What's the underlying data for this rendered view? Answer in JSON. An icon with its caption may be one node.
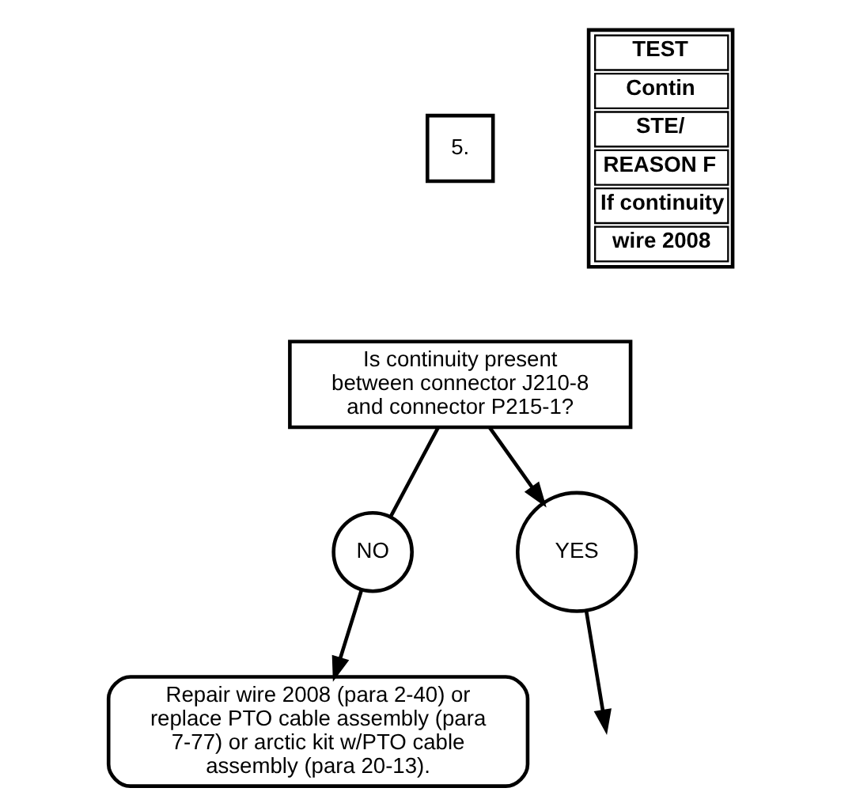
{
  "diagram": {
    "nodes": [
      {
        "text": [
          "5."
        ]
      },
      {
        "text": [
          "Is continuity present between connector J210-8 and connector P215-1?"
        ]
      },
      {
        "text": [
          "NO"
        ]
      },
      {
        "text": [
          "YES"
        ]
      },
      {
        "text": [
          "Repair wire 2008 (para 2-40) or replace PTO cable assembly (para 7-77) or arctic kit w/PTO cable assembly (para 20-13)."
        ]
      }
    ],
    "edges": [
      {
        "from": 1,
        "to": 3,
        "arrow": "to"
      },
      {
        "from": 1,
        "to": 2,
        "arrow": "none"
      },
      {
        "from": 2,
        "to": 4,
        "arrow": "to"
      },
      {
        "from": 3,
        "to": null,
        "arrow": "to"
      }
    ],
    "labels": [
      "TEST",
      "Contin",
      "STE/",
      "REASON F",
      "If continuity",
      "wire 2008"
    ]
  }
}
